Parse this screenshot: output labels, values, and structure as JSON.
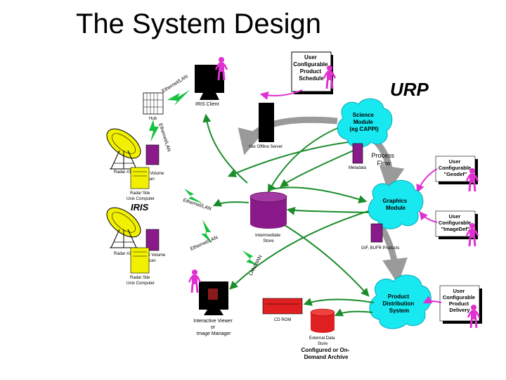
{
  "title": "The System Design",
  "urp_label": "URP",
  "iris_label": "IRIS",
  "nodes": {
    "user_schedule": [
      "User",
      "Configurable",
      "Product",
      "Schedule"
    ],
    "iris_client": "IRIS Client",
    "hub": "Hub",
    "vax_server": "Vax Offline Server",
    "science": [
      "Science",
      "Module",
      "(eg CAPPI)"
    ],
    "metadata": "Metadata",
    "process_flow": [
      "Process",
      "Flow"
    ],
    "user_geodef": [
      "User",
      "Configurable",
      "\"Geodef\""
    ],
    "radar_1": "Radar #1",
    "iris_volume_1": [
      "IRIS Volume",
      "Scan"
    ],
    "radar_site_1": [
      "Radar Site",
      "Unix Computer"
    ],
    "graphics": [
      "Graphics",
      "Module"
    ],
    "user_imagedef": [
      "User",
      "Configurable",
      "\"ImageDef\""
    ],
    "intermediate_store": [
      "Intermediate",
      "Store"
    ],
    "gif_products": "GIF, BUFR Products",
    "radar_2": "Radar #2",
    "iris_volume_2": [
      "IRIS Volume",
      "Scan"
    ],
    "radar_site_2": [
      "Radar Site",
      "Unix Computer"
    ],
    "product_dist": [
      "Product",
      "Distribution",
      "System"
    ],
    "user_delivery": [
      "User",
      "Configurable",
      "Product",
      "Delivery"
    ],
    "viewer": [
      "Interactive Viewer",
      "or",
      "Image Manager"
    ],
    "cd_rom": "CD ROM",
    "external_store": [
      "External Data",
      "Store"
    ],
    "archive": [
      "Configured or On-",
      "Demand Archive"
    ]
  },
  "links": {
    "ethernet_client": "Ethernet/LAN",
    "ethernet_hub": "Ethernet/LAN",
    "ethernet_site1": "Ethernet/LAN",
    "ethernet_site2": "Ethernet/LAN",
    "lan_wan": "LAN/WAN"
  },
  "colors": {
    "cloud": "#18e8f0",
    "flow_arrow": "#9a9a9a",
    "link_arrow": "#1a8c2a",
    "user_arrow": "#e030d0",
    "person": "#e030d0",
    "purple_box": "#8a1a8a",
    "dish": "#f0f000",
    "lightning": "#18c040",
    "cd": "#e02020"
  }
}
